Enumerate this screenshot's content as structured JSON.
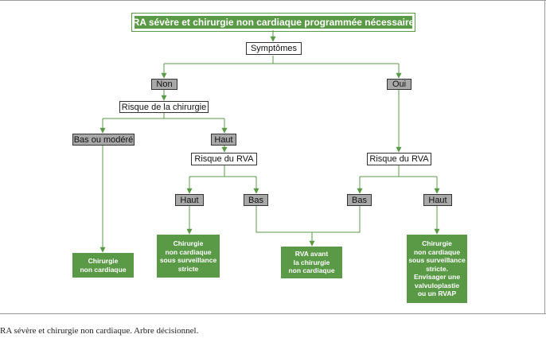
{
  "title": "RA sévère et chirurgie non cardiaque programmée nécessaire",
  "symptoms": "Symptômes",
  "left_branch": {
    "answer": "Non",
    "question": "Risque de la chirurgie",
    "low": {
      "answer": "Bas ou modéré",
      "outcome_lines": [
        "Chirurgie",
        "non cardiaque"
      ]
    },
    "high": {
      "answer": "Haut",
      "question": "Risque du RVA",
      "rva_high": {
        "answer": "Haut",
        "outcome_lines": [
          "Chirurgie",
          "non cardiaque",
          "sous surveillance",
          "stricte"
        ]
      },
      "rva_low": {
        "answer": "Bas"
      }
    }
  },
  "right_branch": {
    "answer": "Oui",
    "question": "Risque du RVA",
    "rva_low": {
      "answer": "Bas"
    },
    "rva_high": {
      "answer": "Haut",
      "outcome_lines": [
        "Chirurgie",
        "non cardiaque",
        "sous surveillance",
        "stricte.",
        "Envisager une",
        "valvuloplastie",
        "ou un RVAP"
      ]
    }
  },
  "shared_outcome_lines": [
    "RVA avant",
    "la chirurgie",
    "non cardiaque"
  ],
  "caption": "RA sévère et chirurgie non cardiaque. Arbre décisionnel.",
  "colors": {
    "green": "#5a9a47",
    "grey_box": "#a8a8a8",
    "line": "#5a9a47"
  }
}
